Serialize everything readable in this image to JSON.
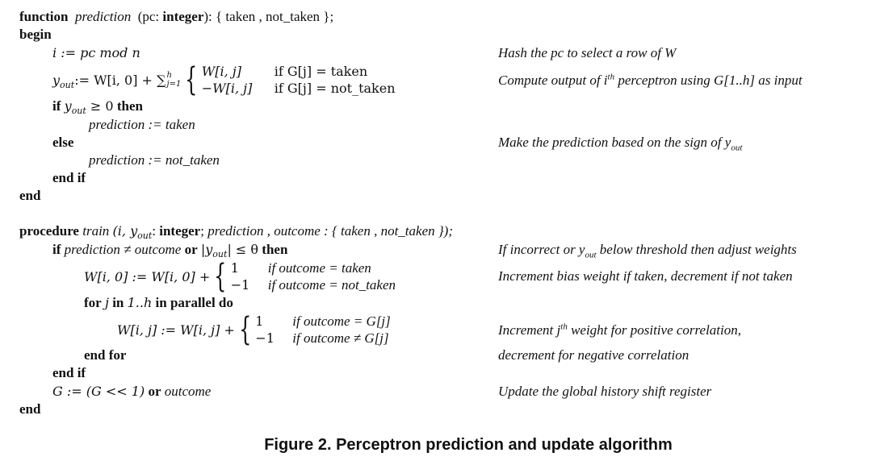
{
  "function_block": {
    "header": {
      "keyword": "function",
      "name": "prediction",
      "param": "(pc:",
      "type": "integer",
      "returns": "): { taken , not_taken };"
    },
    "begin": "begin",
    "hash_line": "i := pc mod n",
    "yout_lhs": "y",
    "yout_sub": "out",
    "yout_rhs": " := W[i, 0] + ∑",
    "sum_sup": "h",
    "sum_sub": "j=1",
    "yout_cases": [
      {
        "value": "W[i, j]",
        "cond": "if G[j] = taken"
      },
      {
        "value": "−W[i, j]",
        "cond": "if G[j] = not_taken"
      }
    ],
    "if_kw": "if",
    "if_cond": "y",
    "if_cond_sub": "out",
    "if_cond_rest": " ≥ 0",
    "then_kw": "then",
    "pred_taken": "prediction :=  taken",
    "else_kw": "else",
    "pred_not_taken": "prediction :=  not_taken",
    "end_if": "end if",
    "end": "end"
  },
  "procedure_block": {
    "keyword": "procedure",
    "name": "train",
    "params_a": "(i, y",
    "params_sub": "out",
    "params_b": ":",
    "type": "integer",
    "params_c": ";",
    "params_d": "prediction , outcome : { taken , not_taken });",
    "if_kw": "if",
    "if_cond_a": "prediction ≠ outcome",
    "or_kw": "or",
    "if_cond_b": "|y",
    "if_cond_sub": "out",
    "if_cond_c": "| ≤ θ",
    "then_kw": "then",
    "bias_lhs": "W[i, 0] := W[i, 0] +",
    "bias_cases": [
      {
        "value": "1",
        "cond": "if outcome =  taken"
      },
      {
        "value": "−1",
        "cond": "if outcome =  not_taken"
      }
    ],
    "for_kw": "for",
    "for_var": "j",
    "in_kw": "in",
    "for_range": "1..h",
    "parallel_kw": "in parallel do",
    "weight_lhs": "W[i, j] := W[i, j] +",
    "weight_cases": [
      {
        "value": "1",
        "cond": "if outcome = G[j]"
      },
      {
        "value": "−1",
        "cond": "if outcome ≠ G[j]"
      }
    ],
    "end_for": "end for",
    "end_if": "end if",
    "ghr_a": "G := (G << 1)",
    "ghr_or": "or",
    "ghr_b": "outcome",
    "end": "end"
  },
  "comments": {
    "hash": "Hash the pc to select a row of W",
    "compute_a": "Compute output of i",
    "compute_sup": "th",
    "compute_b": " perceptron using G[1..h] as input",
    "predict_a": "Make the prediction based on the sign of y",
    "predict_sub": "out",
    "threshold_a": "If incorrect or y",
    "threshold_sub": "out",
    "threshold_b": " below threshold then adjust weights",
    "bias": "Increment bias weight if taken, decrement if not taken",
    "weight_a": "Increment j",
    "weight_sup": "th",
    "weight_b": " weight for positive correlation,",
    "weight_c": "decrement for negative correlation",
    "ghr": "Update the global history shift register"
  },
  "caption": "Figure 2. Perceptron prediction and update algorithm"
}
